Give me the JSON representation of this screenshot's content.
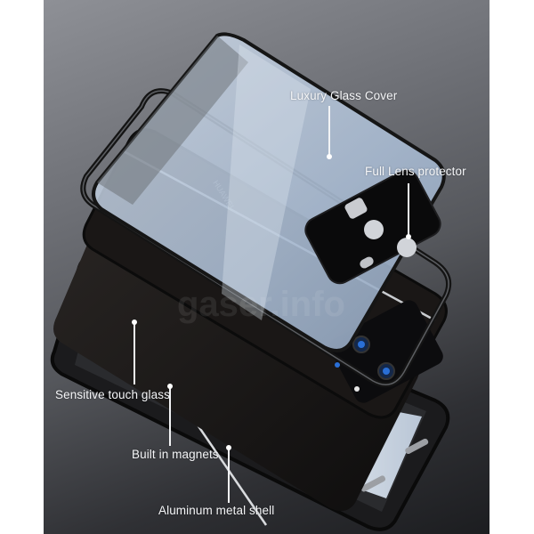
{
  "product": {
    "brand_text": "HUAWEI",
    "watermark_text": "gaser.info"
  },
  "callouts": [
    {
      "id": "luxury-glass-cover",
      "label": "Luxury Glass Cover"
    },
    {
      "id": "full-lens-protector",
      "label": "Full Lens protector"
    },
    {
      "id": "sensitive-touch-glass",
      "label": "Sensitive touch glass"
    },
    {
      "id": "built-in-magnets",
      "label": "Built in magnets"
    },
    {
      "id": "aluminum-metal-shell",
      "label": "Aluminum metal shell"
    }
  ],
  "colors": {
    "background_top": "#8e9096",
    "background_bottom": "#1c1d20",
    "glass": "#b8c6d8",
    "frame": "#1a1a1c",
    "label_text": "#f4f5f7",
    "lens_accent": "#2a6fd6"
  }
}
